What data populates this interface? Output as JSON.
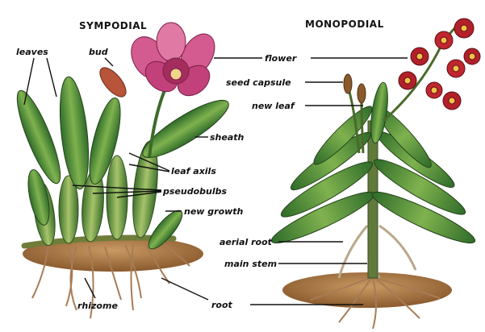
{
  "diagram": {
    "titles": {
      "sympodial": "SYMPODIAL",
      "monopodial": "MONOPODIAL"
    },
    "labels": {
      "leaves": "leaves",
      "bud": "bud",
      "flower": "flower",
      "seed_capsule": "seed capsule",
      "new_leaf": "new leaf",
      "sheath": "sheath",
      "leaf_axils": "leaf axils",
      "pseudobulbs": "pseudobulbs",
      "new_growth": "new growth",
      "aerial_root": "aerial root",
      "main_stem": "main stem",
      "rhizome": "rhizome",
      "root": "root"
    },
    "colors": {
      "leaf_dark": "#2f6b2a",
      "leaf_light": "#7fb24e",
      "flower_pink": "#c2417a",
      "flower_red": "#b3202a",
      "soil": "#b07a45",
      "root": "#a77b55",
      "label": "#111111"
    }
  }
}
